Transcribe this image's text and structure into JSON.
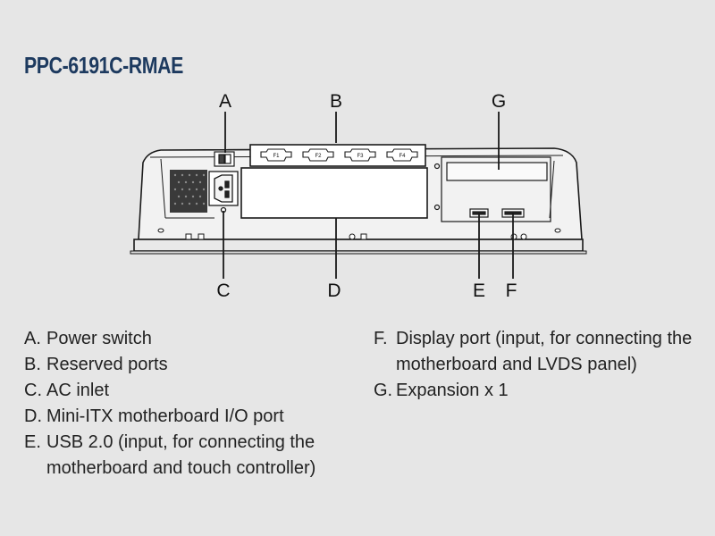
{
  "title": "PPC-6191C-RMAE",
  "callouts": {
    "A": "A",
    "B": "B",
    "C": "C",
    "D": "D",
    "E": "E",
    "F": "F",
    "G": "G"
  },
  "ports": [
    "F1",
    "F2",
    "F3",
    "F4"
  ],
  "legend_left": [
    {
      "letter": "A.",
      "lines": [
        "Power switch"
      ]
    },
    {
      "letter": "B.",
      "lines": [
        "Reserved ports"
      ]
    },
    {
      "letter": "C.",
      "lines": [
        "AC inlet"
      ]
    },
    {
      "letter": "D.",
      "lines": [
        "Mini-ITX motherboard I/O port"
      ]
    },
    {
      "letter": "E.",
      "lines": [
        "USB 2.0 (input, for connecting the",
        "motherboard and touch controller)"
      ]
    }
  ],
  "legend_right": [
    {
      "letter": "F.",
      "lines": [
        "Display port (input, for connecting the",
        "motherboard and LVDS panel)"
      ]
    },
    {
      "letter": "G.",
      "lines": [
        "Expansion x 1"
      ]
    }
  ],
  "colors": {
    "title": "#1d3a5f",
    "background": "#e6e6e6",
    "line": "#1a1a1a"
  }
}
